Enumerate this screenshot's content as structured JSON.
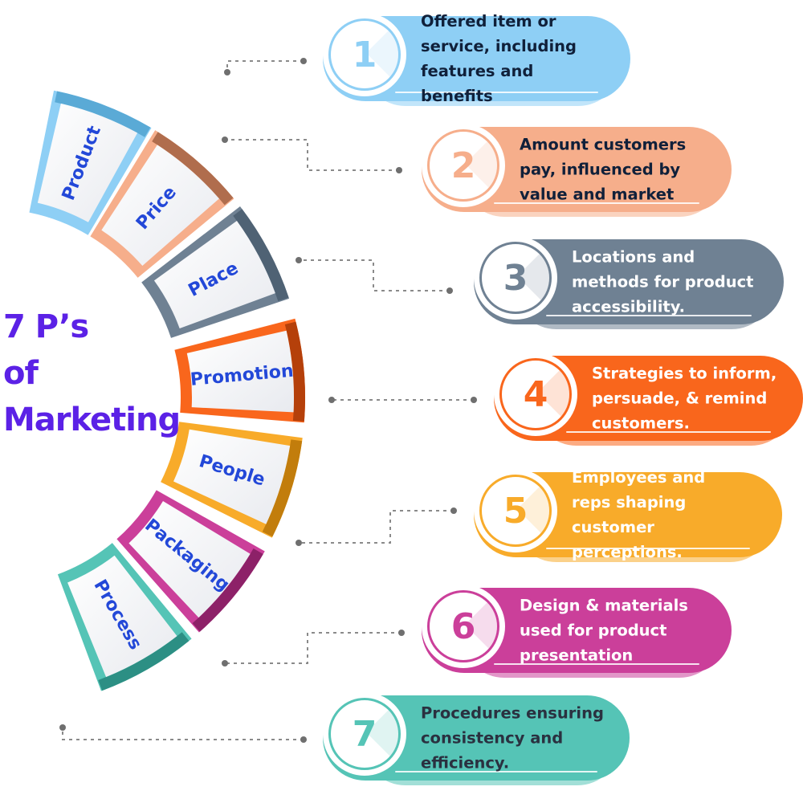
{
  "title": {
    "line1": "7 P’s",
    "line2": "of",
    "line3": "Marketing"
  },
  "segments": [
    {
      "label": "Product",
      "color": "#8ecff5",
      "dark": "#5aaad6"
    },
    {
      "label": "Price",
      "color": "#f6ae8b",
      "dark": "#b06d4d"
    },
    {
      "label": "Place",
      "color": "#6f8193",
      "dark": "#4f6274"
    },
    {
      "label": "Promotion",
      "color": "#f9661c",
      "dark": "#b5400a"
    },
    {
      "label": "People",
      "color": "#f8ab2a",
      "dark": "#c27d0c"
    },
    {
      "label": "Packaging",
      "color": "#cb3f9a",
      "dark": "#8d2168"
    },
    {
      "label": "Process",
      "color": "#55c4b6",
      "dark": "#2c8f84"
    }
  ],
  "cards": [
    {
      "number": "1",
      "text": "Offered item or\nservice, including\nfeatures and benefits",
      "color": "#8ecff5",
      "text_color": "#10203a"
    },
    {
      "number": "2",
      "text": "Amount customers\npay, influenced by\nvalue and market",
      "color": "#f6ae8b",
      "text_color": "#10203a"
    },
    {
      "number": "3",
      "text": "Locations and\nmethods for product\naccessibility.",
      "color": "#6f8193",
      "text_color": "#ffffff"
    },
    {
      "number": "4",
      "text": "Strategies to inform,\npersuade, & remind\ncustomers.",
      "color": "#f9661c",
      "text_color": "#ffffff"
    },
    {
      "number": "5",
      "text": "Employees and\nreps shaping\ncustomer perceptions.",
      "color": "#f8ab2a",
      "text_color": "#ffffff"
    },
    {
      "number": "6",
      "text": "Design & materials\nused for product\npresentation",
      "color": "#cb3f9a",
      "text_color": "#ffffff"
    },
    {
      "number": "7",
      "text": "Procedures ensuring\nconsistency and\nefficiency.",
      "color": "#55c4b6",
      "text_color": "#2a3140"
    }
  ]
}
